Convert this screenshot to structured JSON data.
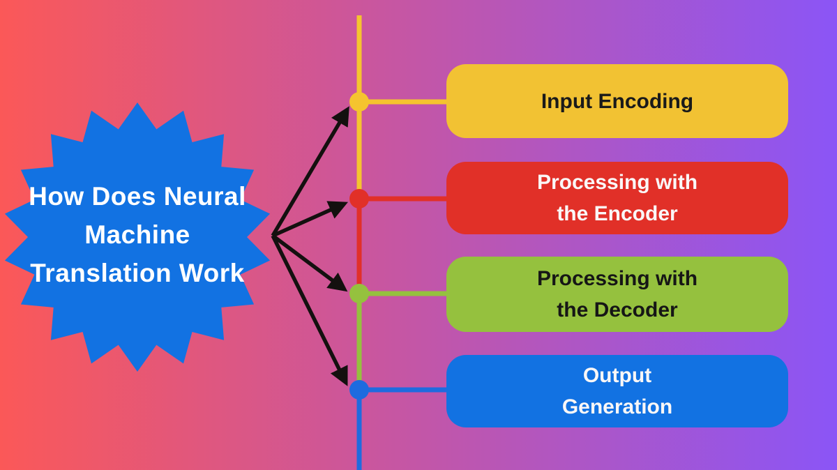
{
  "title": {
    "text": "How Does Neural\nMachine\nTranslation Work"
  },
  "steps": [
    {
      "label": "Input Encoding",
      "color": "#F2C233",
      "text_color": "#1A1A1A"
    },
    {
      "label": "Processing with\nthe Encoder",
      "color": "#E13028",
      "text_color": "#FFFFFF"
    },
    {
      "label": "Processing with\nthe Decoder",
      "color": "#95C13E",
      "text_color": "#161616"
    },
    {
      "label": "Output\nGeneration",
      "color": "#1272E2",
      "text_color": "#FFFFFF"
    }
  ],
  "colors": {
    "background_left": "#FB5858",
    "background_right": "#8B55F6",
    "starburst_fill": "#1272E2",
    "title_text": "#FFFFFF",
    "arrow": "#14100F",
    "timeline_yellow": "#F5C42F",
    "timeline_red": "#E13028",
    "timeline_green": "#95C13E",
    "timeline_blue": "#1E6BDF"
  }
}
